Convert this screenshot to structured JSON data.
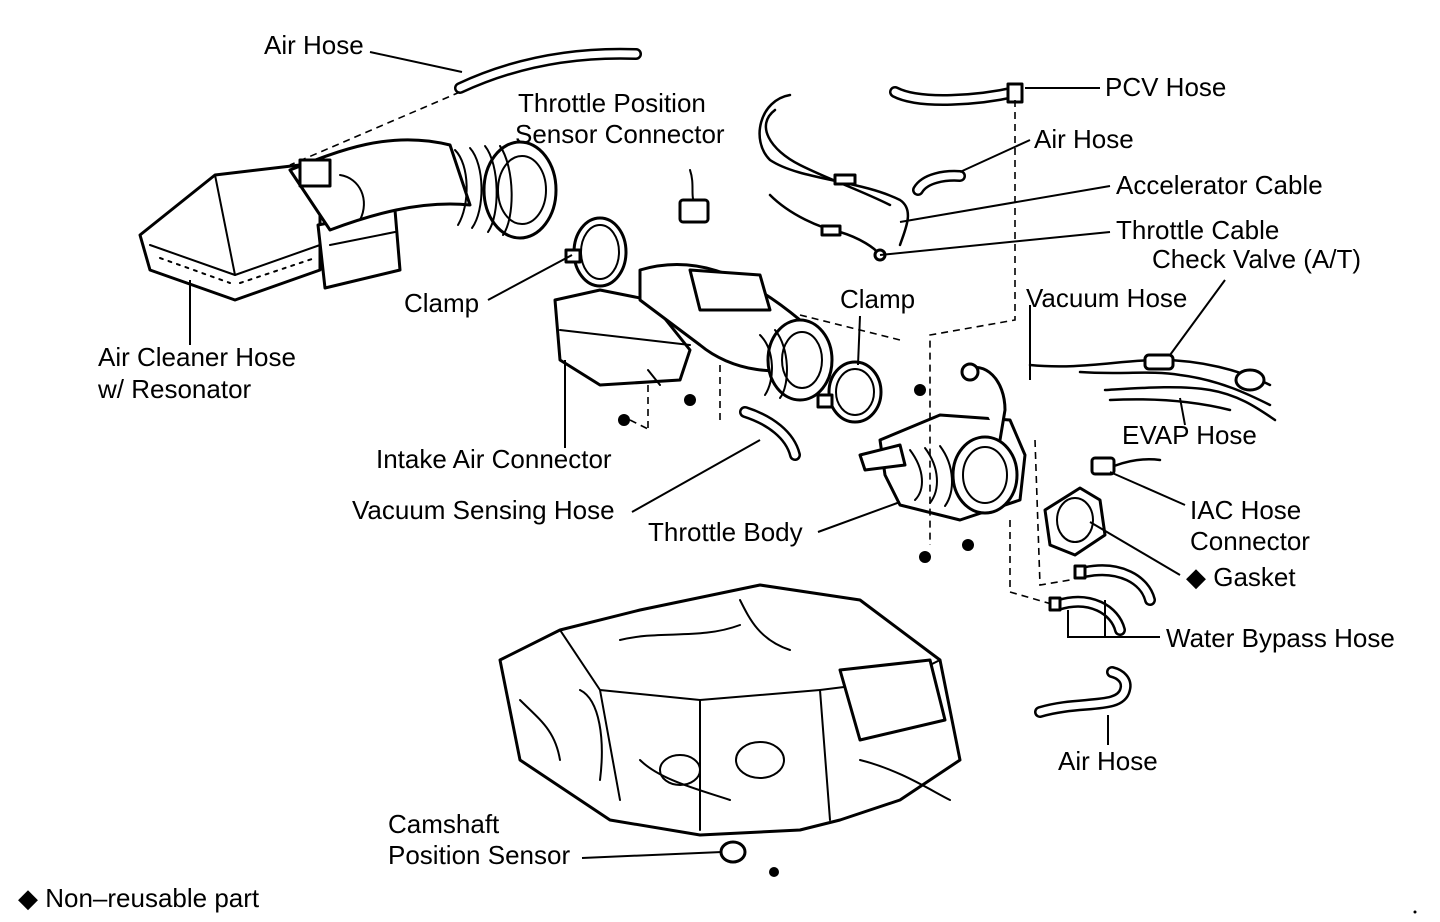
{
  "labels": {
    "air_hose_top": "Air Hose",
    "tps_connector_1": "Throttle Position",
    "tps_connector_2": "Sensor Connector",
    "pcv_hose": "PCV Hose",
    "air_hose_right": "Air Hose",
    "accelerator_cable": "Accelerator Cable",
    "throttle_cable": "Throttle Cable",
    "check_valve": "Check Valve (A/T)",
    "vacuum_hose": "Vacuum Hose",
    "clamp_left": "Clamp",
    "clamp_right": "Clamp",
    "air_cleaner_hose_1": "Air Cleaner Hose",
    "air_cleaner_hose_2": "w/ Resonator",
    "evap_hose": "EVAP Hose",
    "intake_air_connector": "Intake Air Connector",
    "vacuum_sensing_hose": "Vacuum Sensing Hose",
    "throttle_body": "Throttle Body",
    "iac_hose_connector_1": "IAC Hose",
    "iac_hose_connector_2": "Connector",
    "gasket": "◆ Gasket",
    "water_bypass_hose": "Water Bypass Hose",
    "air_hose_bottom": "Air Hose",
    "camshaft_sensor_1": "Camshaft",
    "camshaft_sensor_2": "Position Sensor",
    "legend_non_reusable": "◆ Non–reusable part"
  }
}
